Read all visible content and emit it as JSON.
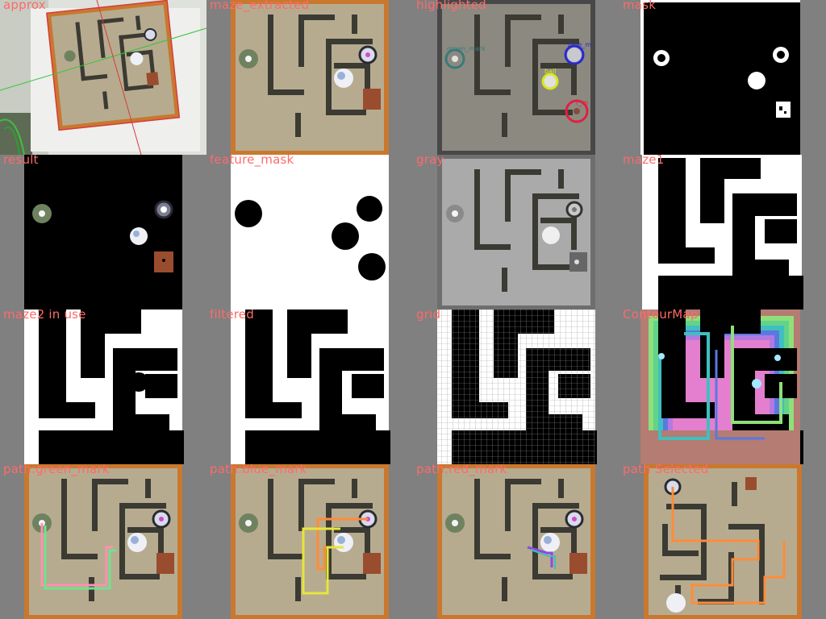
{
  "panels": [
    {
      "caption": "approx"
    },
    {
      "caption": "maze_extracted"
    },
    {
      "caption": "highlighted"
    },
    {
      "caption": "mask"
    },
    {
      "caption": "result"
    },
    {
      "caption": "feature_mask"
    },
    {
      "caption": "gray"
    },
    {
      "caption": "maze1"
    },
    {
      "caption": "maze2 in use"
    },
    {
      "caption": "filtered"
    },
    {
      "caption": "grid"
    },
    {
      "caption": "ContourMap"
    },
    {
      "caption": "path:green_mark"
    },
    {
      "caption": "path:blue_mark"
    },
    {
      "caption": "path:red_mark"
    },
    {
      "caption": "path Selected"
    }
  ],
  "labels": {
    "green_mark": "green_mark",
    "blue_mark": "blue_m",
    "ball": "ball",
    "red_mark": "r_m"
  },
  "colors": {
    "caption": "#ff6a6a",
    "maze_frame": "#c8782c",
    "maze_floor": "#b9ad90",
    "wall_dark": "#3a3a34",
    "green_path": "#6fe38c",
    "pink_path": "#ff8fb2",
    "orange_path": "#ff8c3a",
    "yellow_path": "#e6e63a"
  }
}
